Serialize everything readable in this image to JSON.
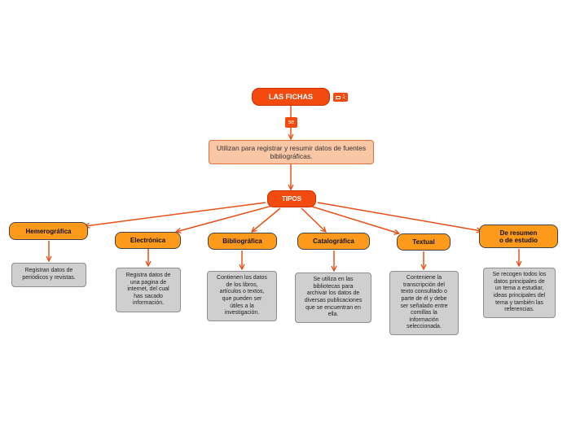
{
  "root": {
    "title": "LAS FICHAS",
    "badge_count": "1",
    "badge_icon": "comment-icon"
  },
  "connector_label": "se",
  "description": "Utilizan para registrar y resumir datos de fuentes bibliográficas.",
  "tipos": "TIPOS",
  "categories": [
    {
      "label": "Hemerográfica",
      "detail": "Registran datos de\nperiódicos y revistas."
    },
    {
      "label": "Electrónica",
      "detail": "Registra datos de\nuna pagina de\ninternet, del cual\nhas sacado\ninformación."
    },
    {
      "label": "Bibliográfica",
      "detail": "Contienen los datos\nde  los libros,\nartículos o textos,\nque pueden ser\nútiles a la\ninvestigación."
    },
    {
      "label": "Catalográfica",
      "detail": "Se utiliza en las\nbibliotecas para\narchivar los datos de\ndiversas publicaciones\nque se encuentran en\nella."
    },
    {
      "label": "Textual",
      "detail": "Conteniene la\ntranscripción del\ntexto consultado o\nparte de él y debe\nser señalado entre\ncomillas la\ninformación\nseleccionada."
    },
    {
      "label": "De resumen\no de estudio",
      "detail": "Se recogen todos los\ndatos principales de\nun tema a estudiar,\nideas principales del\ntema y también las\nreferencias."
    }
  ],
  "colors": {
    "accent": "#f24a0f",
    "category_fill": "#fe9a1b",
    "desc_fill": "#f9c7a6",
    "leaf_fill": "#cfcfcf",
    "edge": "#e8501a"
  }
}
